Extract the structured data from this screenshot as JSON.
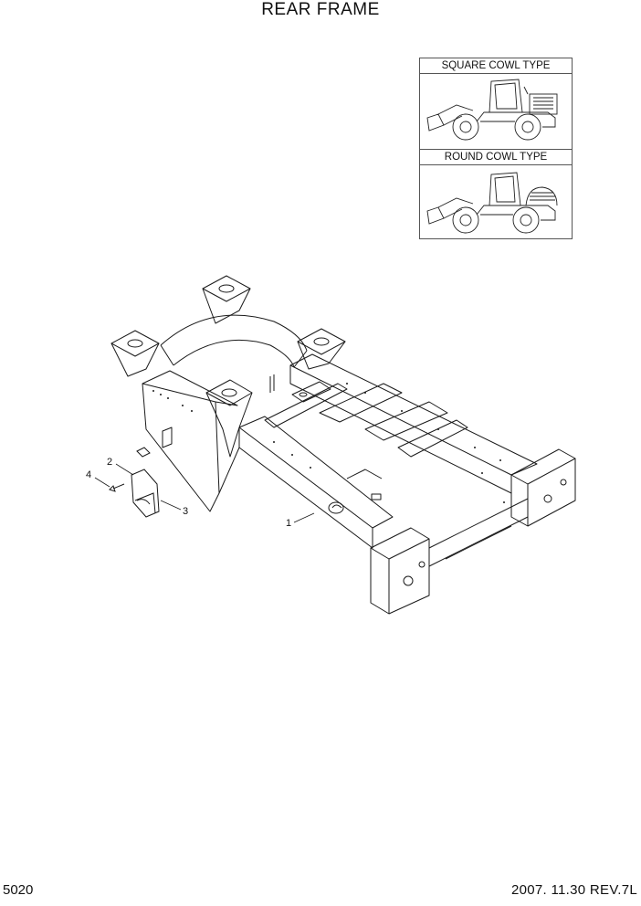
{
  "page": {
    "title": "REAR FRAME",
    "page_number": "5020",
    "date_rev": "2007. 11.30  REV.7L"
  },
  "legend": {
    "items": [
      {
        "caption": "SQUARE COWL TYPE",
        "image": "wheel-loader-square-cowl"
      },
      {
        "caption": "ROUND COWL TYPE",
        "image": "wheel-loader-round-cowl"
      }
    ]
  },
  "callouts": [
    {
      "label": "1",
      "part": "rear-frame"
    },
    {
      "label": "2",
      "part": "bracket"
    },
    {
      "label": "3",
      "part": "plate"
    },
    {
      "label": "4",
      "part": "bolt"
    }
  ],
  "colors": {
    "line": "#1a1a1a",
    "background": "#ffffff"
  }
}
